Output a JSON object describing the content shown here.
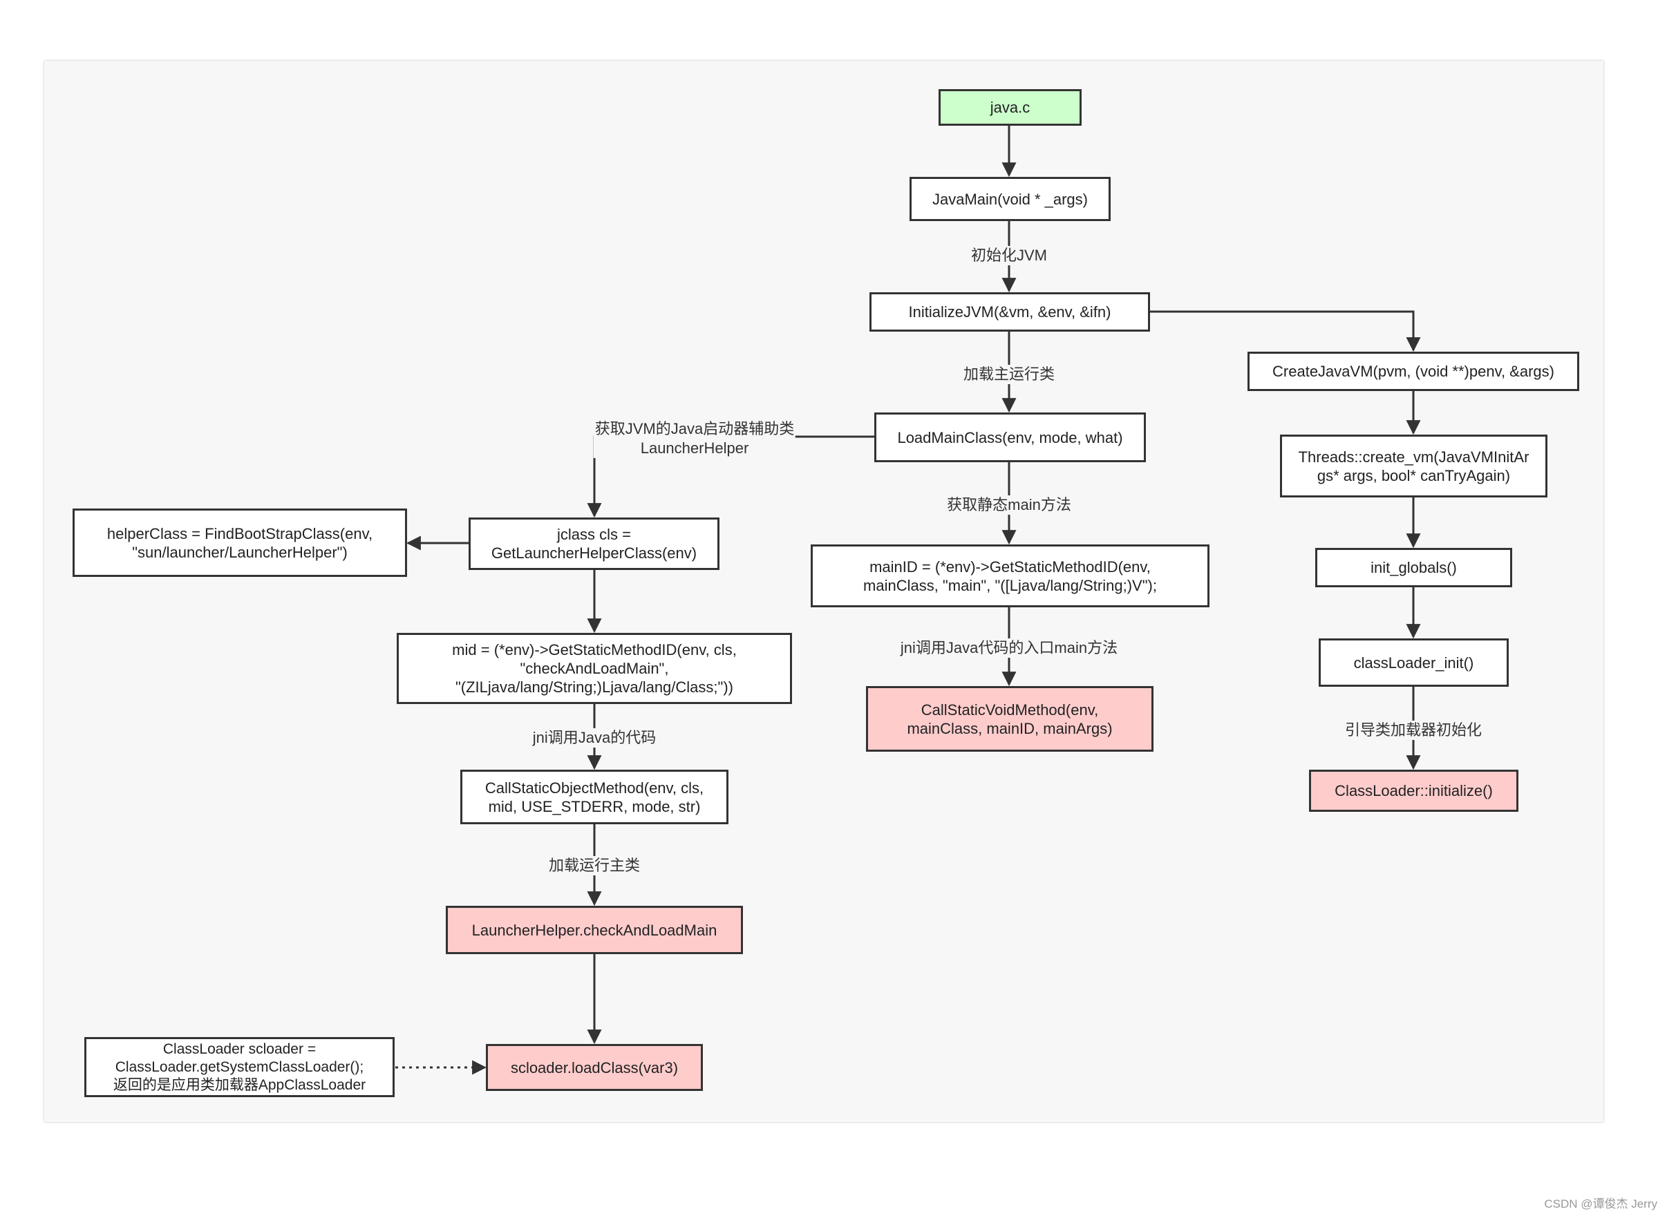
{
  "nodes": {
    "java_c": "java.c",
    "java_main": "JavaMain(void * _args)",
    "initialize_jvm": "InitializeJVM(&vm, &env, &ifn)",
    "create_java_vm": "CreateJavaVM(pvm, (void **)penv, &args)",
    "threads_create_vm": "Threads::create_vm(JavaVMInitAr\ngs* args, bool* canTryAgain)",
    "init_globals": "init_globals()",
    "class_loader_init": "classLoader_init()",
    "class_loader_initialize": "ClassLoader::initialize()",
    "load_main_class": "LoadMainClass(env, mode, what)",
    "main_id": "mainID = (*env)->GetStaticMethodID(env,\nmainClass, \"main\", \"([Ljava/lang/String;)V\");",
    "call_static_void": "CallStaticVoidMethod(env,\nmainClass, mainID, mainArgs)",
    "jclass_cls": "jclass cls =\nGetLauncherHelperClass(env)",
    "helper_class": "helperClass = FindBootStrapClass(env,\n\"sun/launcher/LauncherHelper\")",
    "mid": "mid = (*env)->GetStaticMethodID(env, cls,\n\"checkAndLoadMain\",\n\"(ZILjava/lang/String;)Ljava/lang/Class;\"))",
    "call_static_object": "CallStaticObjectMethod(env, cls,\nmid, USE_STDERR, mode, str)",
    "launcher_helper": "LauncherHelper.checkAndLoadMain",
    "scloader_load": "scloader.loadClass(var3)",
    "class_loader_scloader": "ClassLoader scloader =\nClassLoader.getSystemClassLoader();\n返回的是应用类加载器AppClassLoader"
  },
  "edge_labels": {
    "init_jvm": "初始化JVM",
    "load_main_run_class": "加载主运行类",
    "get_static_main": "获取静态main方法",
    "jni_call_entry_main": "jni调用Java代码的入口main方法",
    "get_launcher_helper": "获取JVM的Java启动器辅助类\nLauncherHelper",
    "jni_call_java_code": "jni调用Java的代码",
    "load_run_main_class": "加载运行主类",
    "bootstrap_class_loader_init": "引导类加载器初始化"
  },
  "colors": {
    "start_fill": "#ccffcc",
    "end_fill": "#ffcccc",
    "box_fill": "#ffffff",
    "stroke": "#333333",
    "panel": "#f7f7f7"
  },
  "watermark": "CSDN @谭俊杰 Jerry"
}
